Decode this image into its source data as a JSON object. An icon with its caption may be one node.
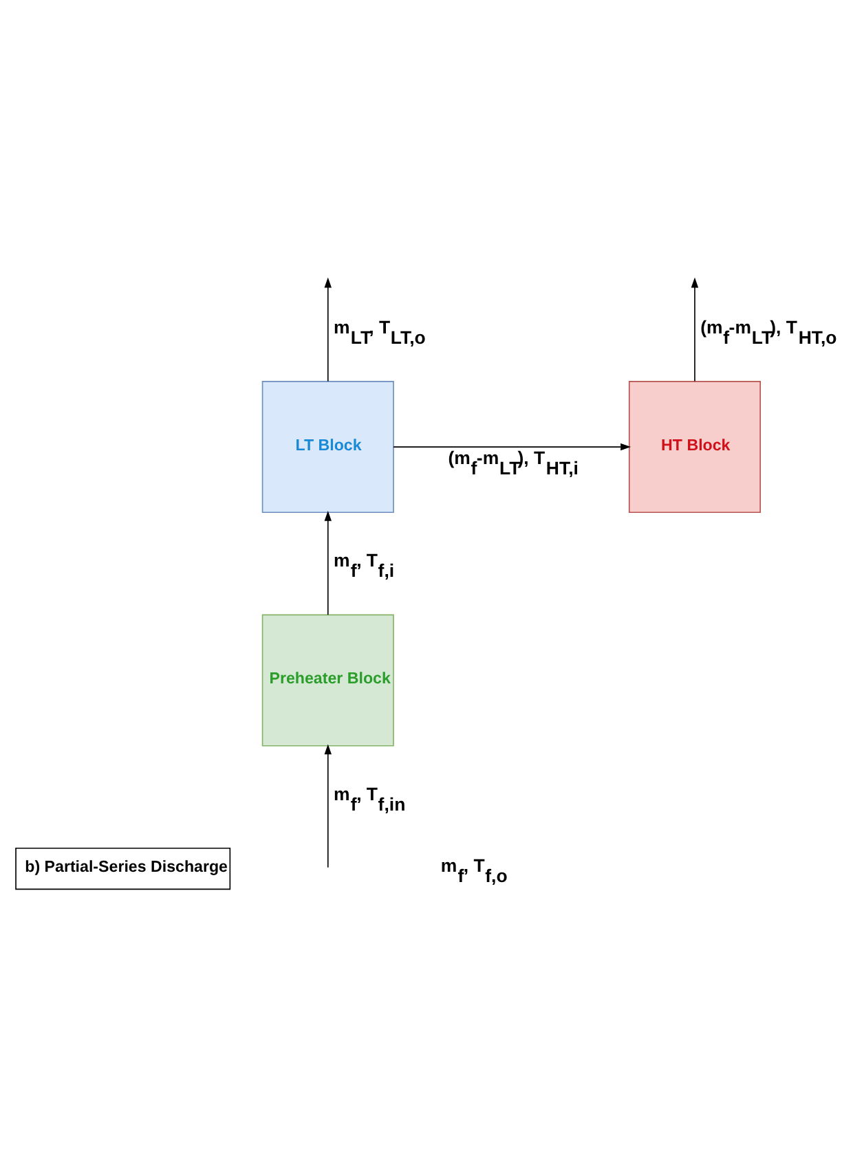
{
  "diagram": {
    "title": "b) Partial-Series Discharge",
    "nodes": [
      {
        "text": [
          "LT Block"
        ]
      },
      {
        "text": [
          "HT Block"
        ]
      },
      {
        "text": [
          "Preheater Block"
        ]
      }
    ],
    "edges": [
      {
        "from": null,
        "to": 2,
        "arrow": "to",
        "label": "m$_{f}$, T$_{f,in}$"
      },
      {
        "from": 2,
        "to": 0,
        "arrow": "to",
        "label": "m$_{f}$, T$_{f,i}$"
      },
      {
        "from": 0,
        "to": 1,
        "arrow": "to",
        "label": "(m$_{f}$-m$_{LT}$), T$_{HT,i}$"
      },
      {
        "from": 0,
        "to": null,
        "arrow": "to",
        "label": "m$_{LT}$, T$_{LT,o}$"
      },
      {
        "from": 1,
        "to": null,
        "arrow": "to",
        "label": "(m$_{f}$-m$_{LT}$), T$_{HT,o}$"
      }
    ],
    "labels": [
      "m$_{f}$, T$_{f,o}$"
    ]
  }
}
